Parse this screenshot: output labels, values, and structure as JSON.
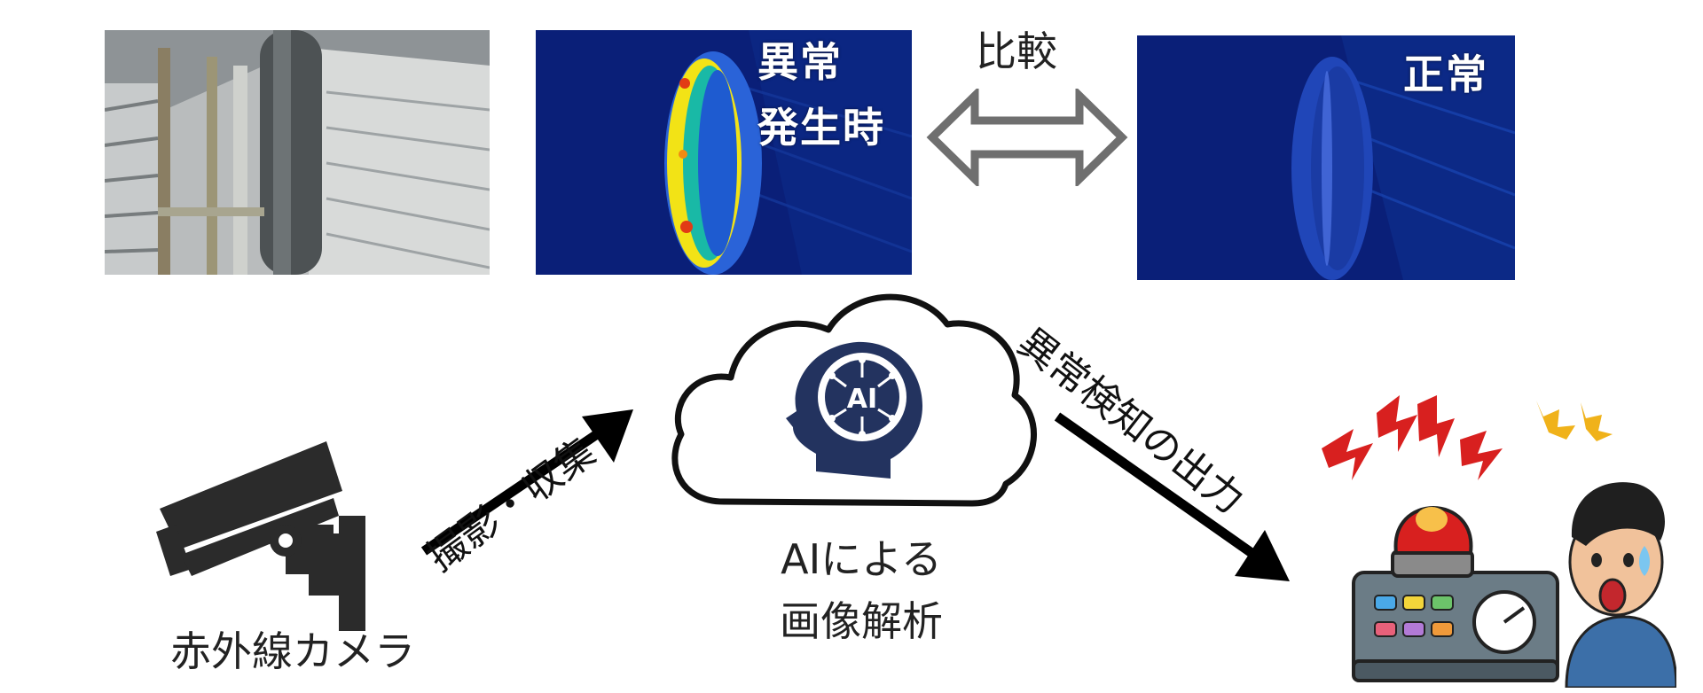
{
  "images": {
    "photo": {
      "description_name": "infrared-camera-photo"
    },
    "abnormal_label_line1": "異常",
    "abnormal_label_line2": "発生時",
    "normal_label": "正常"
  },
  "comparison": {
    "label": "比較"
  },
  "flow": {
    "capture_label": "撮影・収集",
    "output_label": "異常検知の出力"
  },
  "nodes": {
    "camera_label": "赤外線カメラ",
    "ai_label_line1": "AIによる",
    "ai_label_line2": "画像解析",
    "ai_badge": "AI"
  },
  "colors": {
    "thermal_background": "#0a1f78",
    "thermal_hot": "#f2e316",
    "cloud_stroke": "#111111",
    "ai_head": "#23335f",
    "arrow": "#000000",
    "compare_arrow": "#6f6f6f",
    "alarm_red": "#d8201f"
  }
}
